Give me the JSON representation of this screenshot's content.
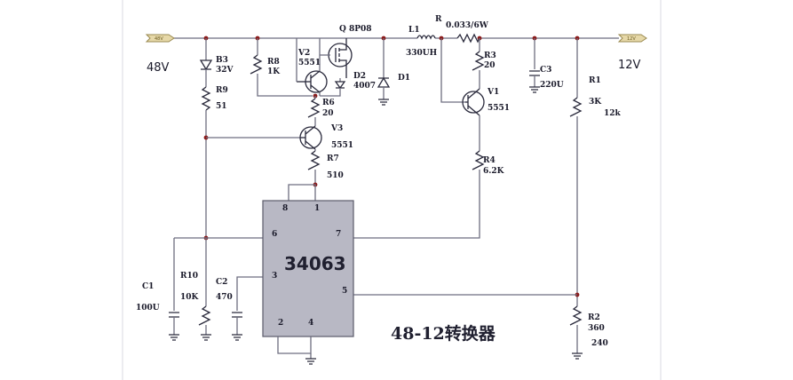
{
  "diagram": {
    "title": "48-12转换器",
    "input_voltage": "48V",
    "output_voltage": "12V",
    "input_connector_label": "48V",
    "output_connector_label": "12V",
    "ic": {
      "name": "34063",
      "pins": [
        "8",
        "1",
        "6",
        "7",
        "3",
        "5",
        "2",
        "4"
      ]
    },
    "components": {
      "q": "Q 8P08",
      "l1": "L1",
      "l1_value": "330UH",
      "r_shunt": "R",
      "r_shunt_value": "0.033/6W",
      "r3": "R3",
      "r3_value": "20",
      "c3": "C3",
      "c3_value": "220U",
      "r1": "R1",
      "r1_value": "3K",
      "r1_alt": "12k",
      "v1": "V1",
      "v1_value": "5551",
      "r4": "R4",
      "r4_value": "6.2K",
      "b3": "B3",
      "b3_value": "32V",
      "r9": "R9",
      "r9_value": "51",
      "r8": "R8",
      "r8_value": "1K",
      "v2": "V2",
      "v2_value": "5551",
      "d2": "D2",
      "d2_value": "4007",
      "d1": "D1",
      "r6": "R6",
      "r6_value": "20",
      "v3": "V3",
      "v3_value": "5551",
      "r7": "R7",
      "r7_value": "510",
      "c1": "C1",
      "c1_value": "100U",
      "r10": "R10",
      "r10_value": "10K",
      "c2": "C2",
      "c2_value": "470",
      "r2": "R2",
      "r2_value": "360",
      "r2_alt": "240"
    }
  }
}
